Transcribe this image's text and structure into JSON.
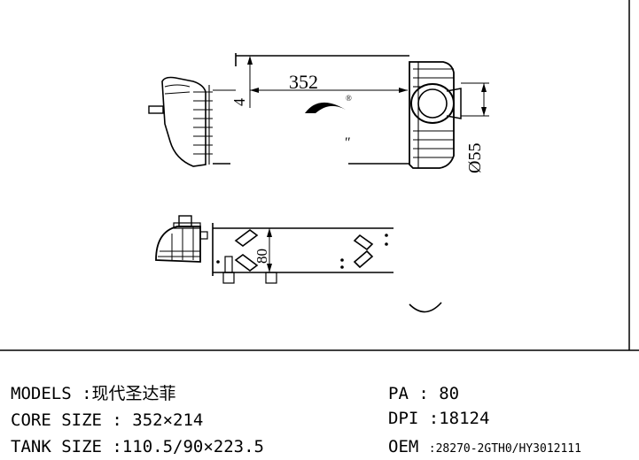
{
  "drawing": {
    "dim_core_length": "352",
    "dim_thickness": "4",
    "dim_diameter": "Ø55",
    "dim_tank_height": "80",
    "registered_mark": "®",
    "quote_mark": "\""
  },
  "specs": {
    "models": "MODELS :现代圣达菲",
    "core_size": "CORE SIZE : 352×214",
    "tank_size": "TANK SIZE :110.5/90×223.5",
    "pa": "PA : 80",
    "dpi": "DPI :18124",
    "oem_label": "OEM ",
    "oem_value": ":28270-2GTH0/HY3012111"
  }
}
